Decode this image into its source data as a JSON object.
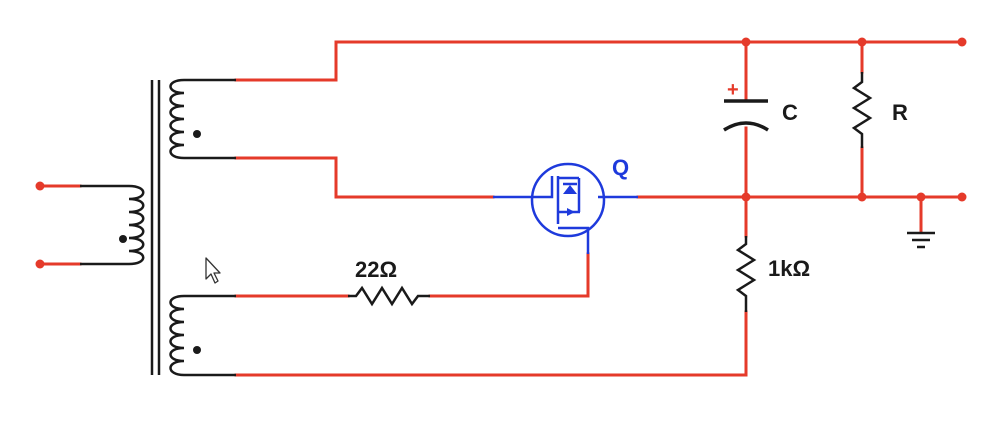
{
  "labels": {
    "capacitor": "C",
    "capacitor_polarity": "+",
    "resistor_load": "R",
    "transistor": "Q",
    "gate_resistor": "22Ω",
    "source_resistor": "1kΩ"
  },
  "colors": {
    "wire": "#e53a2a",
    "component": "#1a1a1a",
    "transistor": "#1e3adc",
    "node": "#e53a2a",
    "capacitor_plus": "#e53a2a"
  },
  "icons": {
    "cursor": "mouse-pointer-icon",
    "ground": "ground-icon"
  }
}
